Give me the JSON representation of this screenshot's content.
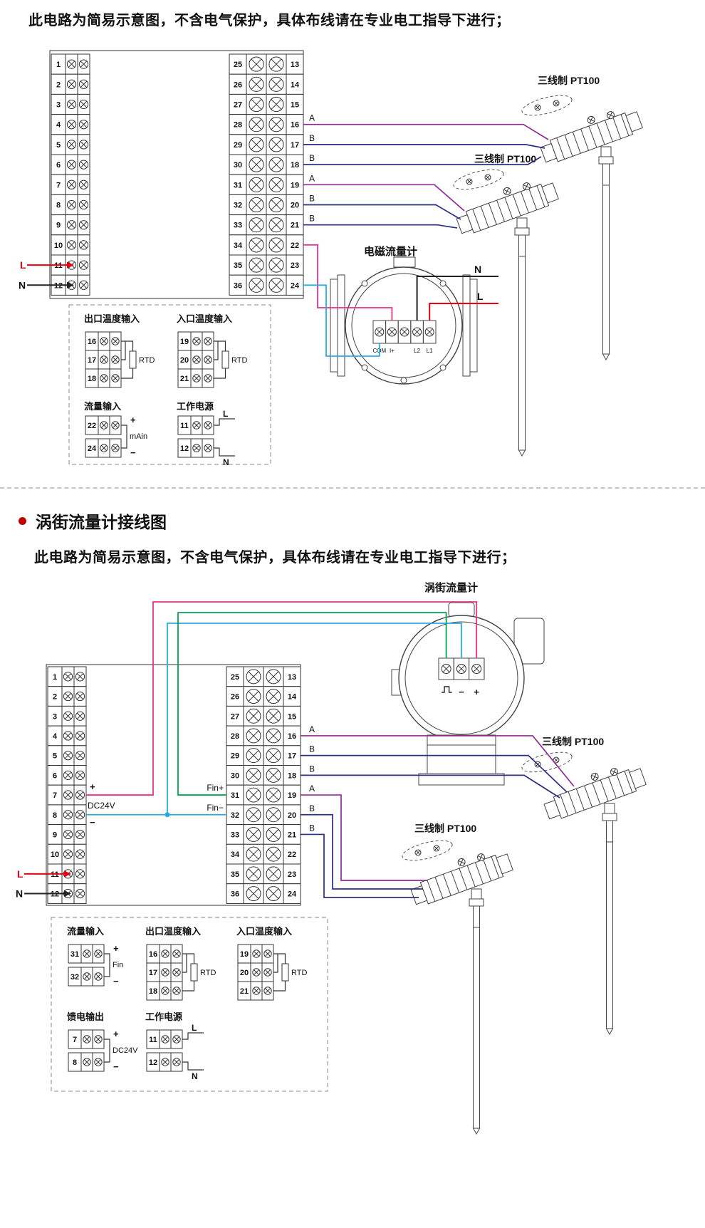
{
  "section1": {
    "warning": "此电路为简易示意图，不含电气保护，具体布线请在专业电工指导下进行；",
    "flowmeter_label": "电磁流量计",
    "pt100_label_1": "三线制 PT100",
    "pt100_label_2": "三线制 PT100",
    "input_L": "L",
    "input_N": "N",
    "meter_N": "N",
    "meter_L": "L",
    "meter_terminal_labels": [
      "COM",
      "I+",
      "",
      "L2",
      "L1"
    ],
    "wire_labels_top": [
      "A",
      "B",
      "B"
    ],
    "wire_labels_bottom": [
      "A",
      "B",
      "B"
    ],
    "detail": {
      "outlet_title": "出口温度输入",
      "inlet_title": "入口温度输入",
      "flow_title": "流量输入",
      "power_title": "工作电源",
      "outlet_terms": [
        "16",
        "17",
        "18"
      ],
      "inlet_terms": [
        "19",
        "20",
        "21"
      ],
      "rtd": "RTD",
      "flow_terms": [
        "22",
        "24"
      ],
      "flow_plus": "+",
      "flow_label": "mAin",
      "flow_minus": "−",
      "power_terms": [
        "11",
        "12"
      ],
      "power_l": "L",
      "power_n": "N"
    }
  },
  "section2": {
    "title": "涡街流量计接线图",
    "warning": "此电路为简易示意图，不含电气保护，具体布线请在专业电工指导下进行；",
    "flowmeter_label": "涡街流量计",
    "pt100_label_1": "三线制 PT100",
    "pt100_label_2": "三线制 PT100",
    "dc24v_plus": "+",
    "dc24v": "DC24V",
    "dc24v_minus": "−",
    "fin_plus": "Fin+",
    "fin_minus": "Fin−",
    "meter_minus": "−",
    "meter_plus": "+",
    "input_L": "L",
    "input_N": "N",
    "wire_labels_top": [
      "A",
      "B",
      "B"
    ],
    "wire_labels_bottom": [
      "A",
      "B",
      "B"
    ],
    "detail": {
      "flow_title": "流量输入",
      "outlet_title": "出口温度输入",
      "inlet_title": "入口温度输入",
      "feed_title": "馈电输出",
      "power_title": "工作电源",
      "flow_terms": [
        "31",
        "32"
      ],
      "flow_plus": "+",
      "flow_label": "Fin",
      "flow_minus": "−",
      "outlet_terms": [
        "16",
        "17",
        "18"
      ],
      "inlet_terms": [
        "19",
        "20",
        "21"
      ],
      "rtd": "RTD",
      "feed_terms": [
        "7",
        "8"
      ],
      "feed_plus": "+",
      "feed_label": "DC24V",
      "feed_minus": "−",
      "power_terms": [
        "11",
        "12"
      ],
      "power_l": "L",
      "power_n": "N"
    }
  },
  "terminals": {
    "left": [
      "1",
      "2",
      "3",
      "4",
      "5",
      "6",
      "7",
      "8",
      "9",
      "10",
      "11",
      "12"
    ],
    "mid_left": [
      "25",
      "26",
      "27",
      "28",
      "29",
      "30",
      "31",
      "32",
      "33",
      "34",
      "35",
      "36"
    ],
    "mid_right": [
      "13",
      "14",
      "15",
      "16",
      "17",
      "18",
      "19",
      "20",
      "21",
      "22",
      "23",
      "24"
    ]
  },
  "colors": {
    "pink": "#e8318c",
    "purple": "#8f2b94",
    "navy": "#2b2e83",
    "cyan": "#29abe2",
    "green": "#00a551",
    "red": "#e60012",
    "black": "#222222"
  }
}
